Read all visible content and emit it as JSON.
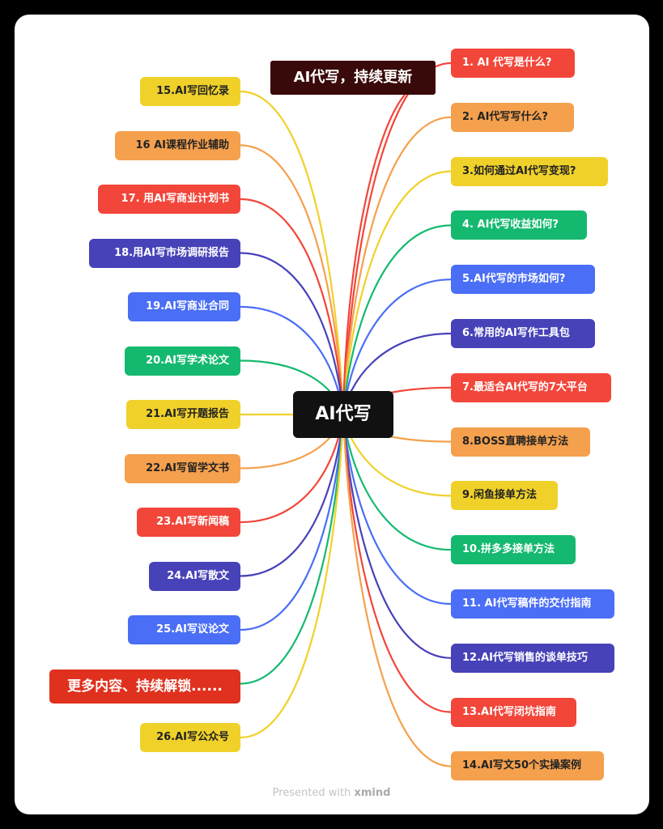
{
  "center_label": "AI代写",
  "banner": "AI代写，持续更新",
  "more": "更多内容、持续解锁......",
  "footer": {
    "presented": "Presented with",
    "brand": "xmind"
  },
  "colors": {
    "red": "#f2463a",
    "orange": "#f5a04d",
    "yellow": "#f0d12a",
    "green": "#14b96f",
    "blue": "#4a6ef5",
    "indigo": "#4742b8",
    "text_dark": "#222222",
    "text_light": "#ffffff"
  },
  "right_nodes": [
    {
      "label": "1. AI 代写是什么?",
      "color": "red"
    },
    {
      "label": "2. AI代写写什么?",
      "color": "orange"
    },
    {
      "label": "3.如何通过AI代写变现?",
      "color": "yellow"
    },
    {
      "label": "4. AI代写收益如何?",
      "color": "green"
    },
    {
      "label": "5.AI代写的市场如何?",
      "color": "blue"
    },
    {
      "label": "6.常用的AI写作工具包",
      "color": "indigo"
    },
    {
      "label": "7.最适合AI代写的7大平台",
      "color": "red"
    },
    {
      "label": "8.BOSS直聘接单方法",
      "color": "orange"
    },
    {
      "label": "9.闲鱼接单方法",
      "color": "yellow"
    },
    {
      "label": "10.拼多多接单方法",
      "color": "green"
    },
    {
      "label": "11. AI代写稿件的交付指南",
      "color": "blue"
    },
    {
      "label": "12.AI代写销售的谈单技巧",
      "color": "indigo"
    },
    {
      "label": "13.AI代写闭坑指南",
      "color": "red"
    },
    {
      "label": "14.AI写文50个实操案例",
      "color": "orange"
    }
  ],
  "left_nodes": [
    {
      "label": "15.AI写回忆录",
      "color": "yellow"
    },
    {
      "label": "16 AI课程作业辅助",
      "color": "orange"
    },
    {
      "label": "17. 用AI写商业计划书",
      "color": "red"
    },
    {
      "label": "18.用AI写市场调研报告",
      "color": "indigo"
    },
    {
      "label": "19.AI写商业合同",
      "color": "blue"
    },
    {
      "label": "20.AI写学术论文",
      "color": "green"
    },
    {
      "label": "21.AI写开题报告",
      "color": "yellow"
    },
    {
      "label": "22.AI写留学文书",
      "color": "orange"
    },
    {
      "label": "23.AI写新闻稿",
      "color": "red"
    },
    {
      "label": "24.AI写散文",
      "color": "indigo"
    },
    {
      "label": "25.AI写议论文",
      "color": "blue"
    },
    {
      "label": "更多内容、持续解锁......",
      "color": "green",
      "special": "more"
    },
    {
      "label": "26.AI写公众号",
      "color": "yellow"
    }
  ]
}
